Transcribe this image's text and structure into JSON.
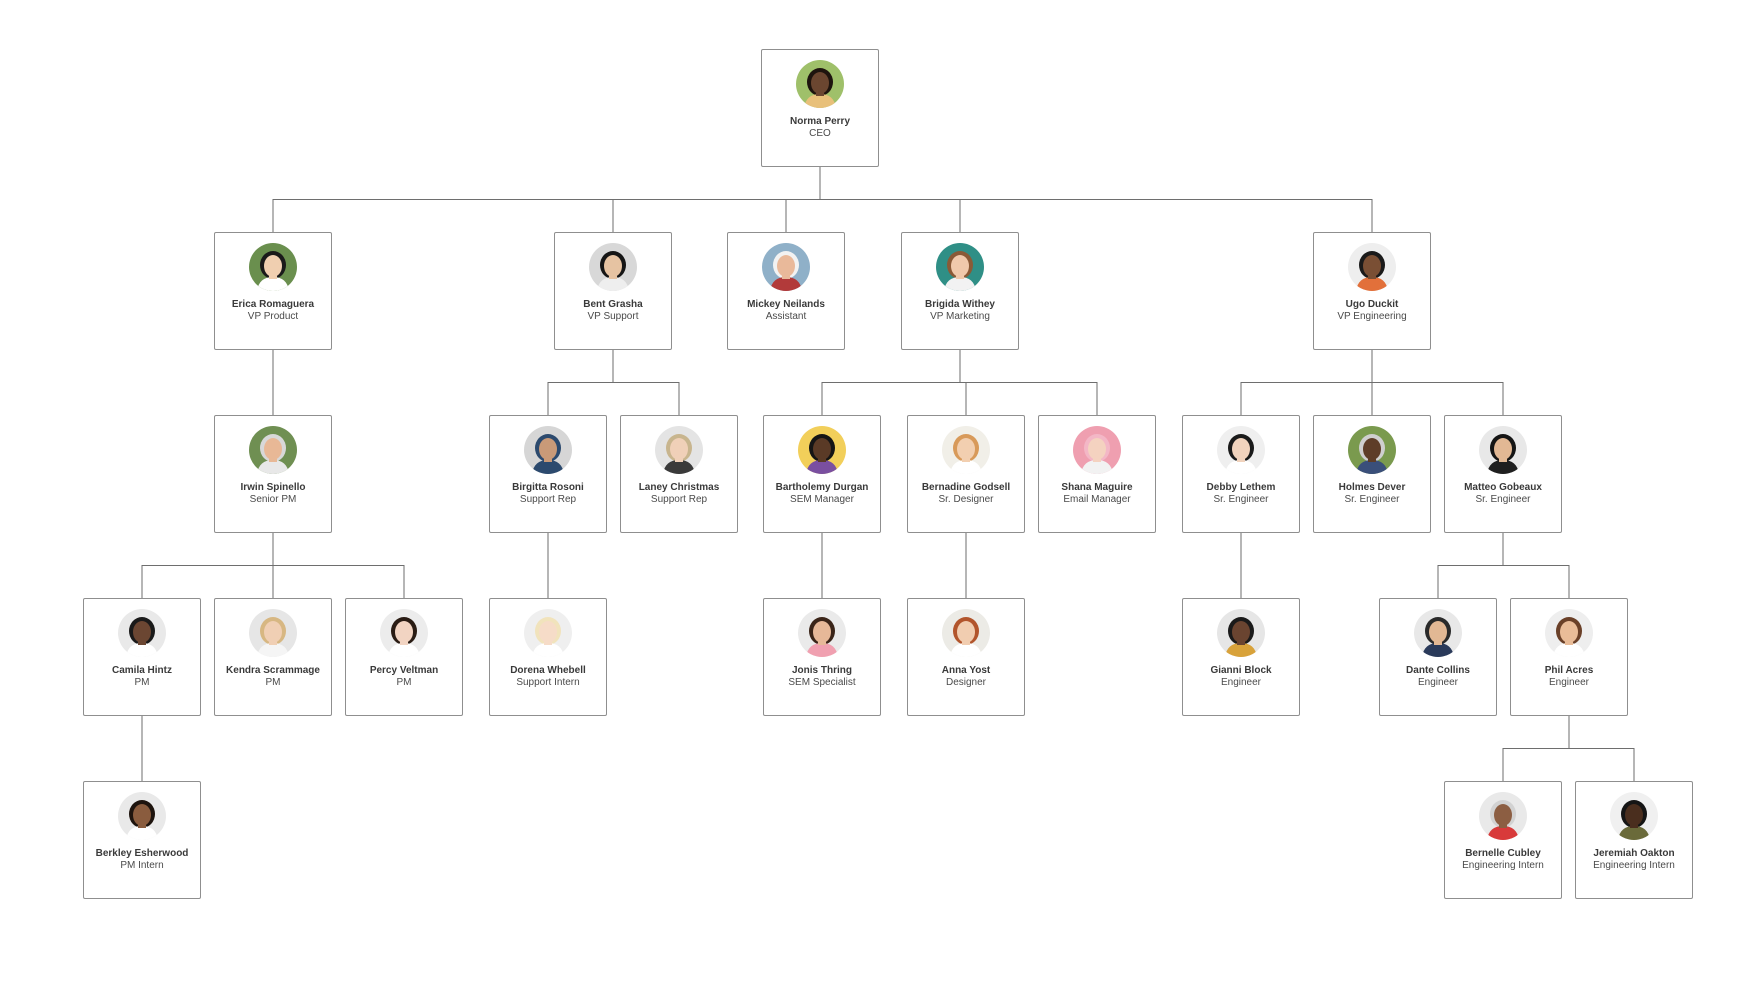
{
  "colors": {
    "connector": "#6e6e6e",
    "card_border": "#8f8f8f",
    "background": "#ffffff"
  },
  "people": [
    {
      "id": "norma-perry",
      "name": "Norma Perry",
      "role": "CEO",
      "parent": null,
      "avatar": {
        "bg": "#9fc06a",
        "skin": "#6b4630",
        "hair": "#1e140e",
        "shirt": "#e8c07a"
      }
    },
    {
      "id": "erica-romaguera",
      "name": "Erica Romaguera",
      "role": "VP Product",
      "parent": "norma-perry",
      "avatar": {
        "bg": "#6a8f4e",
        "skin": "#f0cfb0",
        "hair": "#1a1a1a",
        "shirt": "#ffffff"
      }
    },
    {
      "id": "bent-grasha",
      "name": "Bent Grasha",
      "role": "VP Support",
      "parent": "norma-perry",
      "avatar": {
        "bg": "#d8d8d8",
        "skin": "#e6c3a2",
        "hair": "#151515",
        "shirt": "#eeeeee"
      }
    },
    {
      "id": "mickey-neilands",
      "name": "Mickey Neilands",
      "role": "Assistant",
      "parent": "norma-perry",
      "avatar": {
        "bg": "#8fb0c8",
        "skin": "#e9b99a",
        "hair": "#f2f2f2",
        "shirt": "#b23a3a"
      }
    },
    {
      "id": "brigida-withey",
      "name": "Brigida Withey",
      "role": "VP Marketing",
      "parent": "norma-perry",
      "avatar": {
        "bg": "#2f8f86",
        "skin": "#f0c9ab",
        "hair": "#8a5a36",
        "shirt": "#f2f2f2"
      }
    },
    {
      "id": "ugo-duckit",
      "name": "Ugo Duckit",
      "role": "VP Engineering",
      "parent": "norma-perry",
      "avatar": {
        "bg": "#eeeeee",
        "skin": "#7a4f34",
        "hair": "#1a1a1a",
        "shirt": "#e2703a"
      }
    },
    {
      "id": "irwin-spinello",
      "name": "Irwin Spinello",
      "role": "Senior PM",
      "parent": "erica-romaguera",
      "avatar": {
        "bg": "#6f8f52",
        "skin": "#e8b896",
        "hair": "#d8d8d8",
        "shirt": "#e8e8e8"
      }
    },
    {
      "id": "birgitta-rosoni",
      "name": "Birgitta Rosoni",
      "role": "Support Rep",
      "parent": "bent-grasha",
      "avatar": {
        "bg": "#d6d6d6",
        "skin": "#c99a78",
        "hair": "#2c4a6e",
        "shirt": "#2c4a6e"
      }
    },
    {
      "id": "laney-christmas",
      "name": "Laney Christmas",
      "role": "Support Rep",
      "parent": "bent-grasha",
      "avatar": {
        "bg": "#e4e4e4",
        "skin": "#f0d0b8",
        "hair": "#c8b58e",
        "shirt": "#3a3a3a"
      }
    },
    {
      "id": "bartholemy-durgan",
      "name": "Bartholemy Durgan",
      "role": "SEM Manager",
      "parent": "brigida-withey",
      "avatar": {
        "bg": "#f2cf5a",
        "skin": "#5a3a26",
        "hair": "#151515",
        "shirt": "#7a4fa0"
      }
    },
    {
      "id": "bernadine-godsell",
      "name": "Bernadine Godsell",
      "role": "Sr. Designer",
      "parent": "brigida-withey",
      "avatar": {
        "bg": "#f1efe8",
        "skin": "#f2cfb0",
        "hair": "#d89a5a",
        "shirt": "#ffffff"
      }
    },
    {
      "id": "shana-maguire",
      "name": "Shana Maguire",
      "role": "Email Manager",
      "parent": "brigida-withey",
      "avatar": {
        "bg": "#ef9fb0",
        "skin": "#f4d2c0",
        "hair": "#f3b7c6",
        "shirt": "#f2f2f2"
      }
    },
    {
      "id": "debby-lethem",
      "name": "Debby Lethem",
      "role": "Sr. Engineer",
      "parent": "ugo-duckit",
      "avatar": {
        "bg": "#efefef",
        "skin": "#f1d3bd",
        "hair": "#1a1a1a",
        "shirt": "#ffffff"
      }
    },
    {
      "id": "holmes-dever",
      "name": "Holmes Dever",
      "role": "Sr. Engineer",
      "parent": "ugo-duckit",
      "avatar": {
        "bg": "#7a9a4e",
        "skin": "#5e3d28",
        "hair": "#cfcfcf",
        "shirt": "#3a4f7a"
      }
    },
    {
      "id": "matteo-gobeaux",
      "name": "Matteo Gobeaux",
      "role": "Sr. Engineer",
      "parent": "ugo-duckit",
      "avatar": {
        "bg": "#e8e8e8",
        "skin": "#e2b894",
        "hair": "#151515",
        "shirt": "#1f1f1f"
      }
    },
    {
      "id": "camila-hintz",
      "name": "Camila Hintz",
      "role": "PM",
      "parent": "irwin-spinello",
      "avatar": {
        "bg": "#e9e9e9",
        "skin": "#6b4632",
        "hair": "#1a1a1a",
        "shirt": "#ffffff"
      }
    },
    {
      "id": "kendra-scrammage",
      "name": "Kendra Scrammage",
      "role": "PM",
      "parent": "irwin-spinello",
      "avatar": {
        "bg": "#e6e6e6",
        "skin": "#f0cfb4",
        "hair": "#d7b782",
        "shirt": "#f5f5f5"
      }
    },
    {
      "id": "percy-veltman",
      "name": "Percy Veltman",
      "role": "PM",
      "parent": "irwin-spinello",
      "avatar": {
        "bg": "#ececec",
        "skin": "#f2d4c2",
        "hair": "#2a1c14",
        "shirt": "#ffffff"
      }
    },
    {
      "id": "dorena-whebell",
      "name": "Dorena Whebell",
      "role": "Support Intern",
      "parent": "birgitta-rosoni",
      "avatar": {
        "bg": "#efefef",
        "skin": "#f6dcc8",
        "hair": "#f1e3bc",
        "shirt": "#ffffff"
      }
    },
    {
      "id": "jonis-thring",
      "name": "Jonis Thring",
      "role": "SEM Specialist",
      "parent": "bartholemy-durgan",
      "avatar": {
        "bg": "#eaeaea",
        "skin": "#e6b898",
        "hair": "#3a2418",
        "shirt": "#f0a0b0"
      }
    },
    {
      "id": "anna-yost",
      "name": "Anna Yost",
      "role": "Designer",
      "parent": "bernadine-godsell",
      "avatar": {
        "bg": "#ecebe6",
        "skin": "#f1cdb0",
        "hair": "#b2552c",
        "shirt": "#ffffff"
      }
    },
    {
      "id": "gianni-block",
      "name": "Gianni Block",
      "role": "Engineer",
      "parent": "debby-lethem",
      "avatar": {
        "bg": "#e6e6e6",
        "skin": "#6a4430",
        "hair": "#1a1a1a",
        "shirt": "#d8a23a"
      }
    },
    {
      "id": "dante-collins",
      "name": "Dante Collins",
      "role": "Engineer",
      "parent": "matteo-gobeaux",
      "avatar": {
        "bg": "#e8e8e8",
        "skin": "#e2b894",
        "hair": "#2a2a2a",
        "shirt": "#2a3a5a"
      }
    },
    {
      "id": "phil-acres",
      "name": "Phil Acres",
      "role": "Engineer",
      "parent": "matteo-gobeaux",
      "avatar": {
        "bg": "#eeeeee",
        "skin": "#e9bc98",
        "hair": "#6a4028",
        "shirt": "#ffffff"
      }
    },
    {
      "id": "berkley-esherwood",
      "name": "Berkley Esherwood",
      "role": "PM Intern",
      "parent": "camila-hintz",
      "avatar": {
        "bg": "#e9e9e9",
        "skin": "#8a5c3e",
        "hair": "#1e140e",
        "shirt": "#ffffff"
      }
    },
    {
      "id": "bernelle-cubley",
      "name": "Bernelle Cubley",
      "role": "Engineering Intern",
      "parent": "phil-acres",
      "avatar": {
        "bg": "#e9e9e9",
        "skin": "#8c5e42",
        "hair": "#d2d2d2",
        "shirt": "#d83a3a"
      }
    },
    {
      "id": "jeremiah-oakton",
      "name": "Jeremiah Oakton",
      "role": "Engineering Intern",
      "parent": "phil-acres",
      "avatar": {
        "bg": "#f0f0f0",
        "skin": "#4a2e1e",
        "hair": "#151515",
        "shirt": "#6a6a3a"
      }
    }
  ]
}
